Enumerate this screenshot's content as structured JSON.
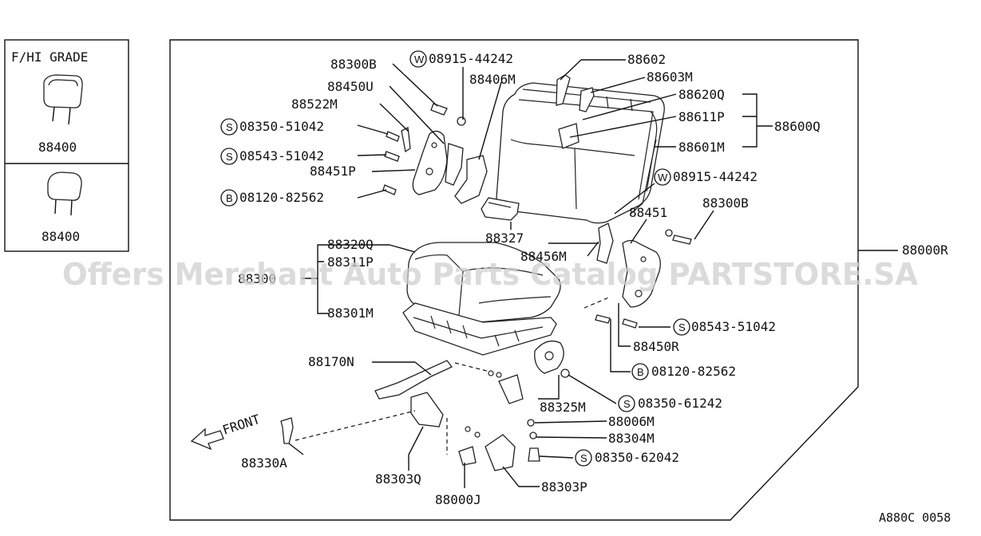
{
  "inset": {
    "title": "F/HI GRADE",
    "part_top": "88400",
    "part_bottom": "88400"
  },
  "labels": {
    "p88300B_a": "88300B",
    "p88450U": "88450U",
    "p88522M": "88522M",
    "p08350_51042": "08350-51042",
    "p08543_51042_a": "08543-51042",
    "p88451P": "88451P",
    "p08120_82562_a": "08120-82562",
    "p08915_44242_a": "08915-44242",
    "p88406M": "88406M",
    "p88602": "88602",
    "p88603M": "88603M",
    "p88620Q": "88620Q",
    "p88611P": "88611P",
    "p88601M": "88601M",
    "p88600Q": "88600Q",
    "p08915_44242_b": "08915-44242",
    "p88300B_b": "88300B",
    "p88451": "88451",
    "p88327": "88327",
    "p88456M": "88456M",
    "p88000R": "88000R",
    "p88320Q": "88320Q",
    "p88311P": "88311P",
    "p88300": "88300",
    "p88301M": "88301M",
    "p08543_51042_b": "08543-51042",
    "p88450R": "88450R",
    "p08120_82562_b": "08120-82562",
    "p88170N": "88170N",
    "p08350_61242": "08350-61242",
    "p88325M": "88325M",
    "p88006M": "88006M",
    "p88304M": "88304M",
    "p08350_62042": "08350-62042",
    "p88330A": "88330A",
    "p88303Q": "88303Q",
    "p88303P": "88303P",
    "p88000J": "88000J",
    "front": "FRONT",
    "diagram_code": "A880C 0058"
  },
  "prefixes": {
    "W": "W",
    "S": "S",
    "B": "B"
  },
  "watermark": "Offers Merchant Auto Parts Catalog PARTSTORE.SA"
}
